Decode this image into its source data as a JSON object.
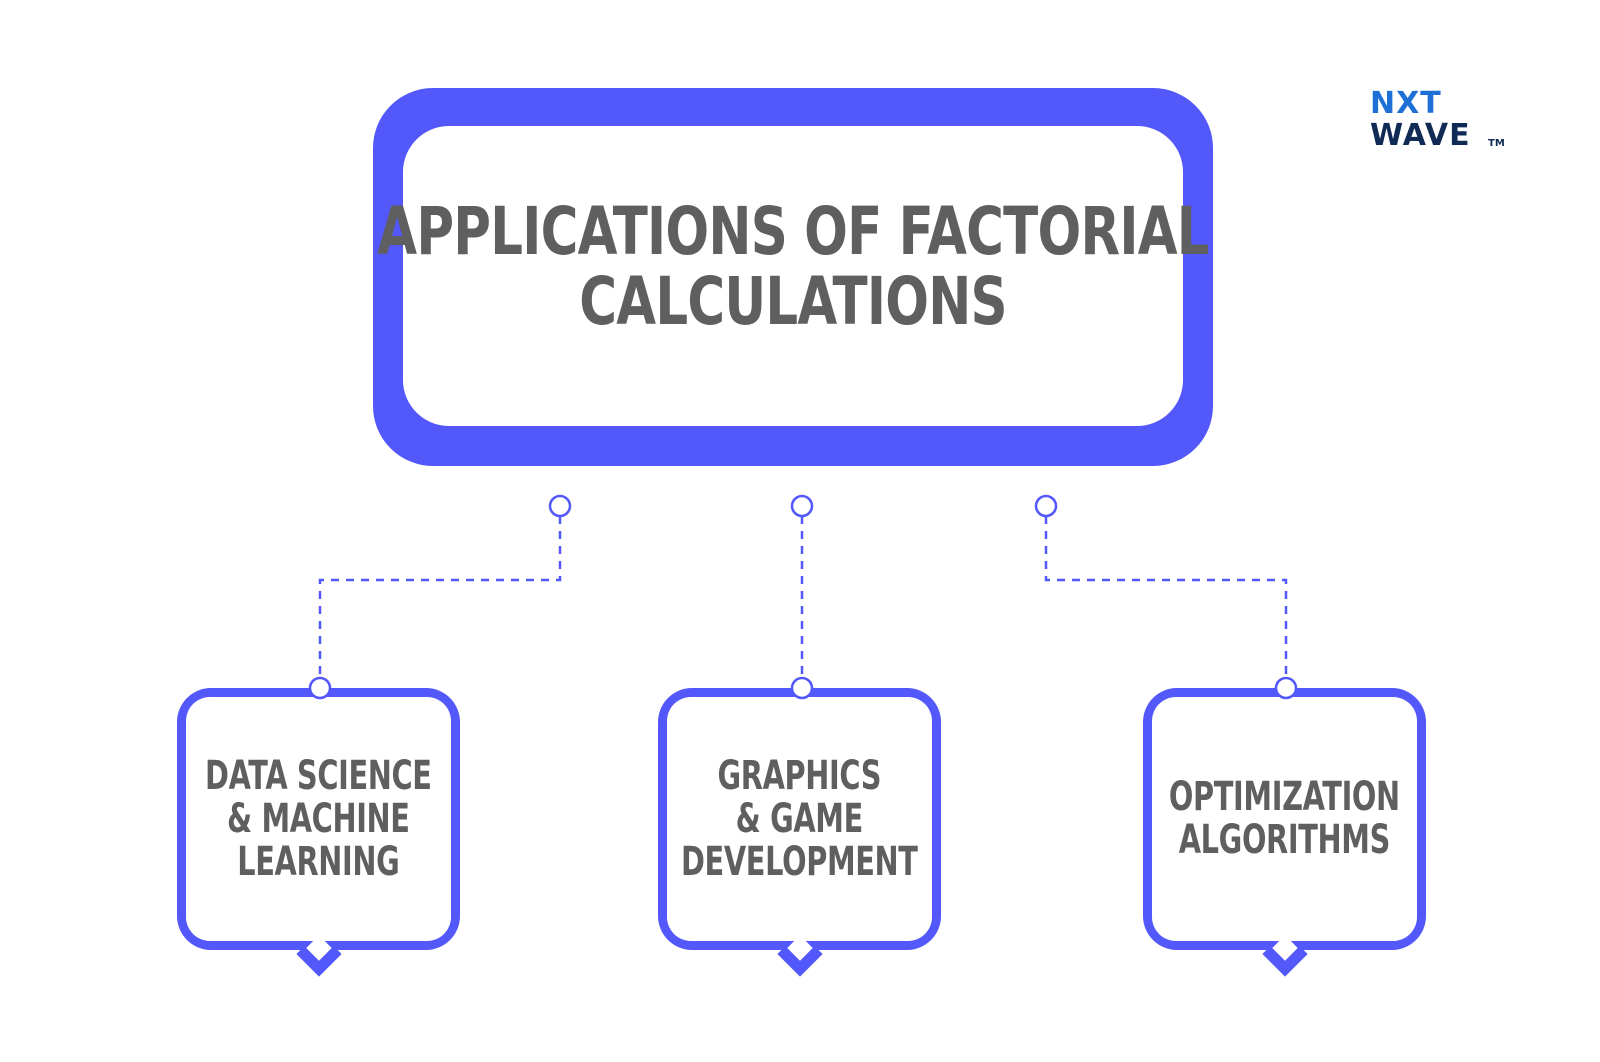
{
  "title": {
    "line1": "APPLICATIONS OF FACTORIAL",
    "line2": "CALCULATIONS"
  },
  "applications": [
    {
      "lines": [
        "DATA SCIENCE",
        "& MACHINE",
        "LEARNING"
      ]
    },
    {
      "lines": [
        "GRAPHICS",
        "& GAME",
        "DEVELOPMENT"
      ]
    },
    {
      "lines": [
        "OPTIMIZATION",
        "ALGORITHMS"
      ]
    }
  ],
  "logo": {
    "top": "NXT",
    "bottom": "WAVE",
    "tm": "TM"
  },
  "colors": {
    "accent": "#5358fb",
    "text": "#5f5f5f",
    "logo_blue": "#1e6fd6",
    "logo_navy": "#0e2a55"
  }
}
